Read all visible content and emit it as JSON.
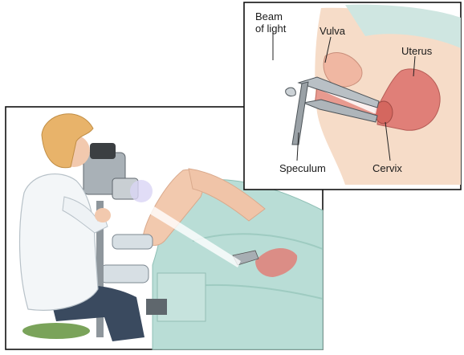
{
  "inset": {
    "labels": {
      "beam": "Beam",
      "of_light": "of light",
      "vulva": "Vulva",
      "uterus": "Uterus",
      "speculum": "Speculum",
      "cervix": "Cervix"
    }
  },
  "colors": {
    "frame": "#111111",
    "gown": "#b9ddd6",
    "skin": "#f2c9ae",
    "tissue": "#e07f78",
    "coat": "#f3f6f8",
    "hair": "#e8b36a",
    "metal": "#8e969c",
    "seat": "#7aa35a"
  }
}
